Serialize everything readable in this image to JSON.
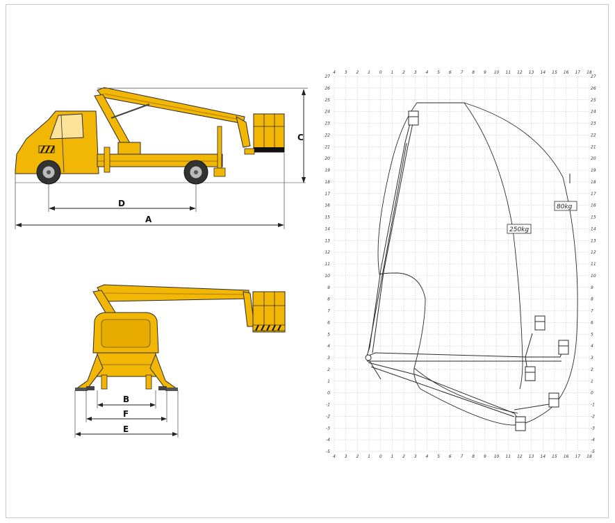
{
  "dimensions": {
    "side": {
      "A": "A",
      "C": "C",
      "D": "D"
    },
    "rear": {
      "B": "B",
      "E": "E",
      "F": "F"
    }
  },
  "colors": {
    "body_yellow": "#f2b705",
    "body_shadow": "#d99a00",
    "outline": "#2a2a2a",
    "grid": "#bdbdbd",
    "hazard_black": "#111111"
  },
  "diagram": {
    "x_ticks": [
      "4",
      "3",
      "2",
      "1",
      "0",
      "1",
      "2",
      "3",
      "4",
      "5",
      "6",
      "7",
      "8",
      "9",
      "10",
      "11",
      "12",
      "13",
      "14",
      "15",
      "16",
      "17",
      "18"
    ],
    "y_ticks": [
      "27",
      "26",
      "25",
      "24",
      "23",
      "22",
      "21",
      "20",
      "19",
      "18",
      "17",
      "16",
      "15",
      "14",
      "13",
      "12",
      "11",
      "10",
      "9",
      "8",
      "7",
      "6",
      "5",
      "4",
      "3",
      "2",
      "1",
      "0",
      "-1",
      "-2",
      "-3",
      "-4",
      "-5"
    ],
    "load_labels": {
      "heavy": "250kg",
      "light": "80kg"
    }
  }
}
